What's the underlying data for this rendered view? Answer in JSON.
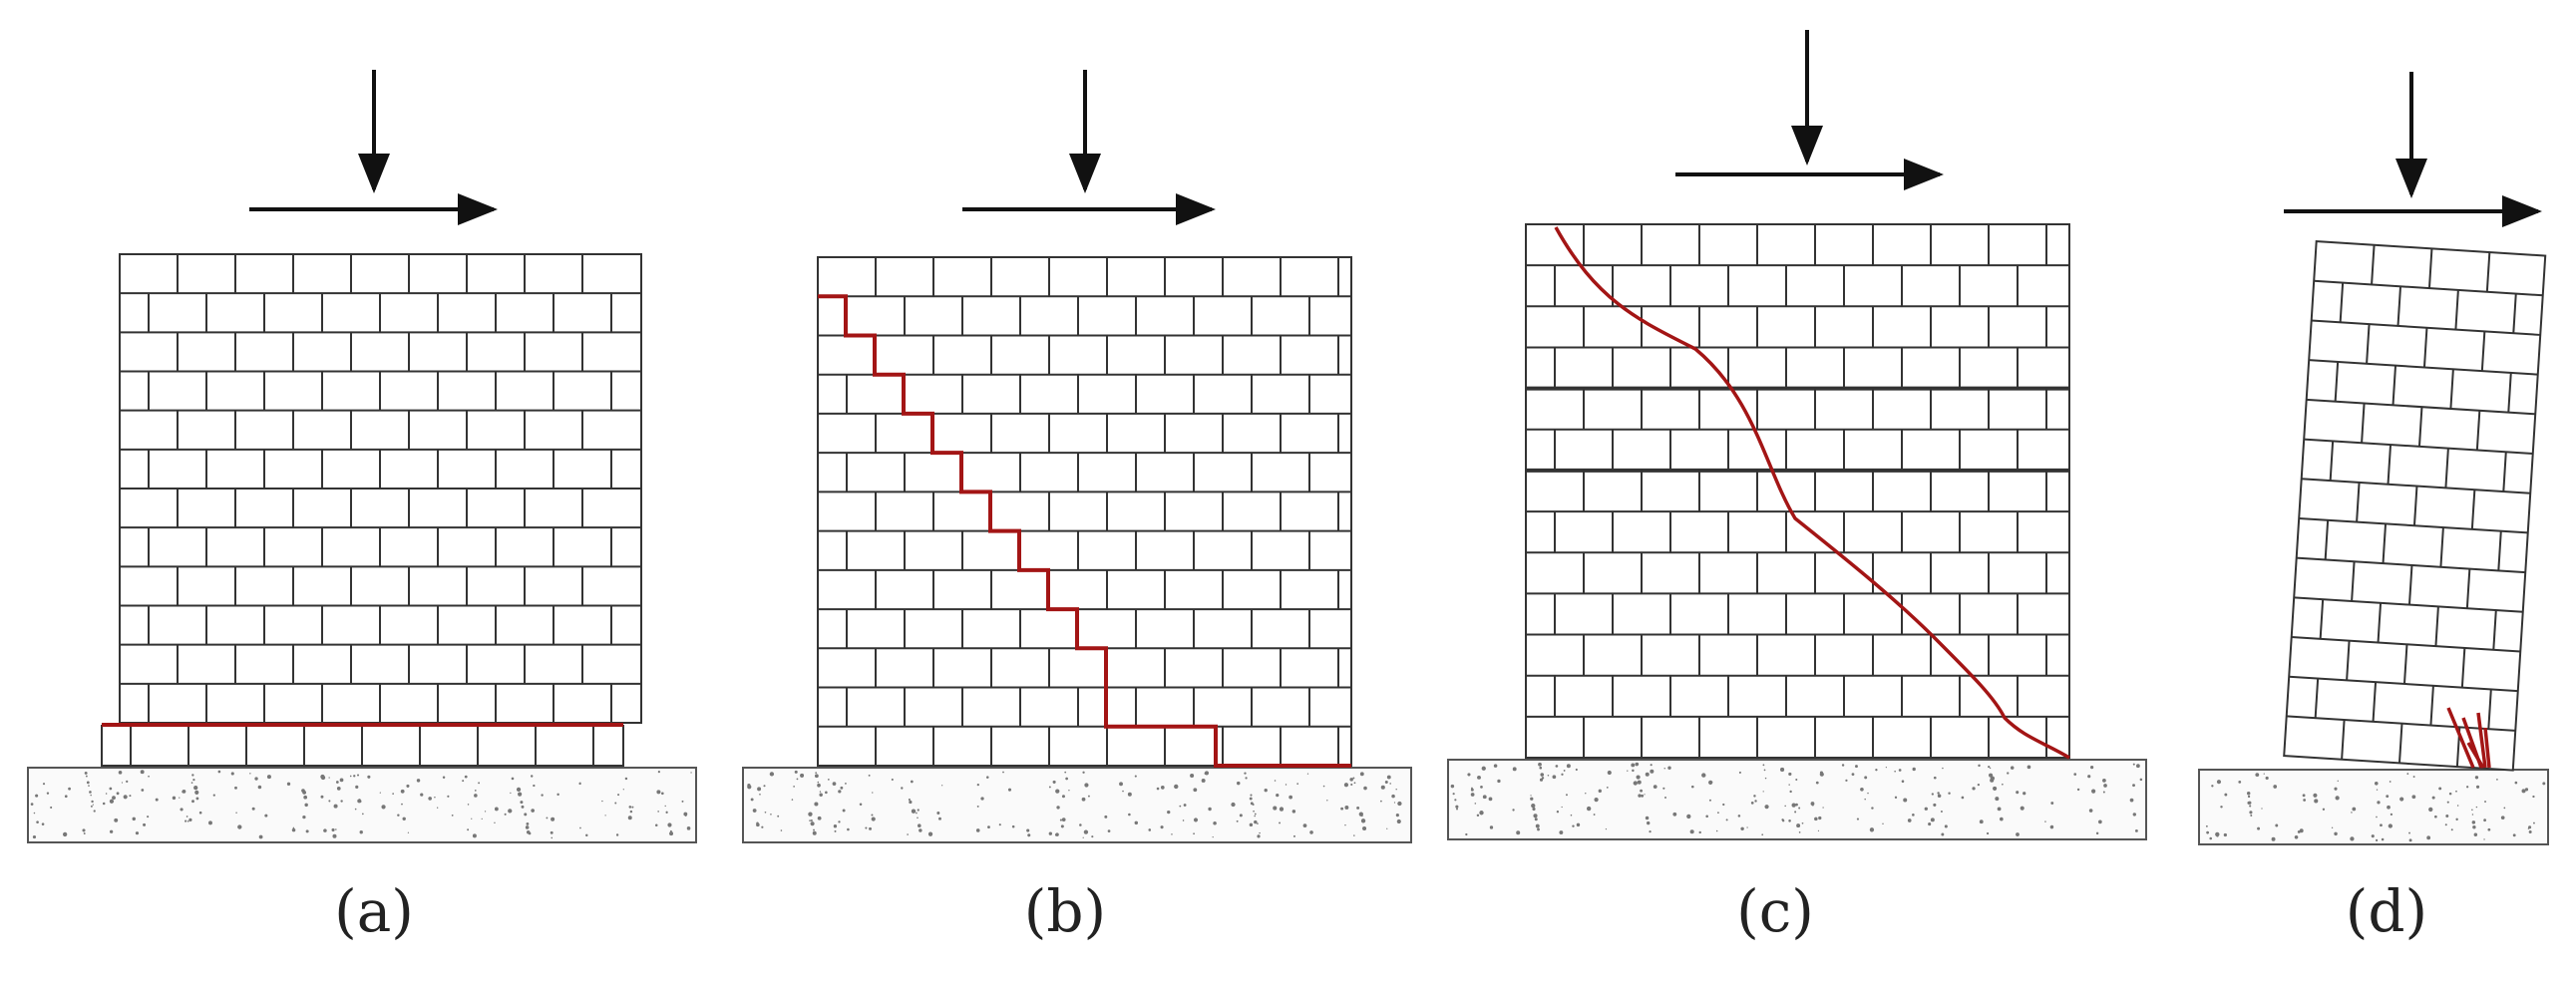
{
  "colors": {
    "crack": "#a31515",
    "brick_line": "#333333",
    "arrow": "#111111",
    "foundation_border": "#555555"
  },
  "panels": [
    {
      "caption": "(a)",
      "failure": "sliding"
    },
    {
      "caption": "(b)",
      "failure": "stepped-diagonal"
    },
    {
      "caption": "(c)",
      "failure": "diagonal"
    },
    {
      "caption": "(d)",
      "failure": "rocking-toe-crushing"
    }
  ]
}
